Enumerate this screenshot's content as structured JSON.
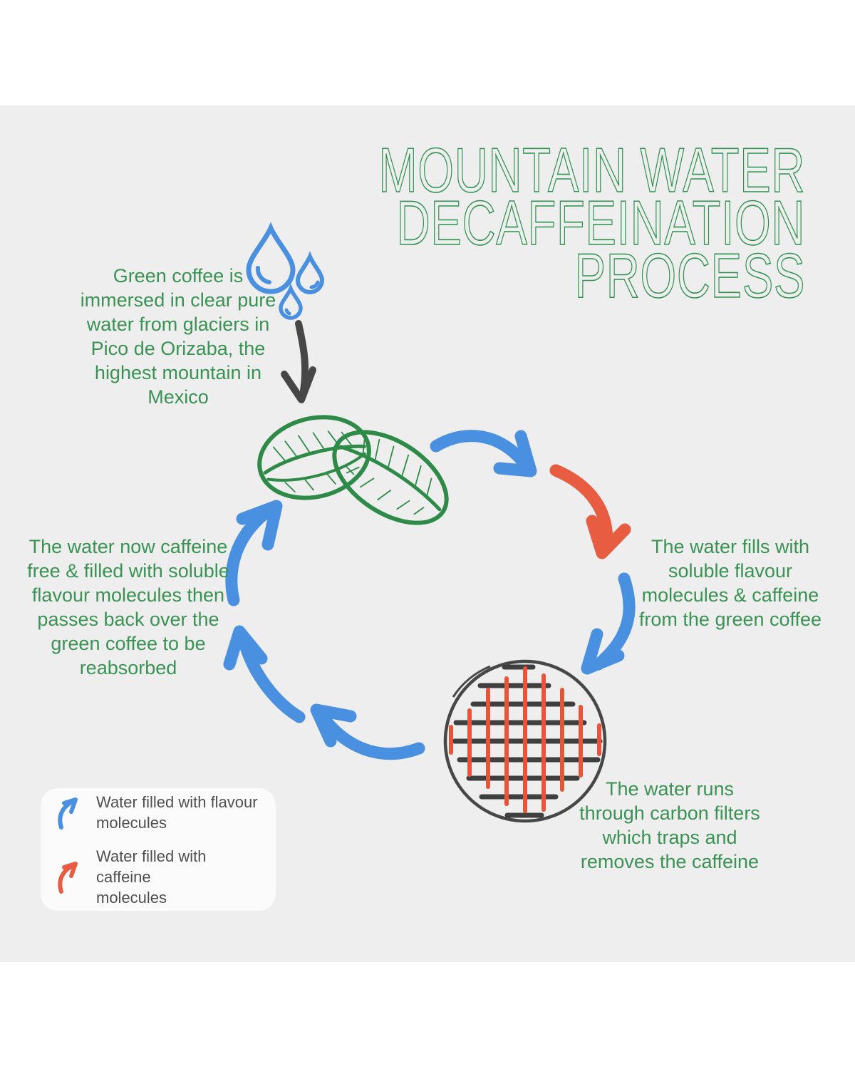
{
  "title": {
    "text": "MOUNTAIN WATER\nDECAFFEINATION\nPROCESS",
    "color": "#2f9151"
  },
  "steps": {
    "immersion": "Green coffee is\nimmersed in clear pure\nwater from glaciers in\nPico de Orizaba, the\nhighest mountain in\nMexico",
    "extraction": "The water fills with\nsoluble flavour\nmolecules & caffeine\nfrom the green coffee",
    "filtering": "The water runs\nthrough carbon filters\nwhich traps and\nremoves the caffeine",
    "reabsorption": "The water now caffeine\nfree & filled with soluble\nflavour molecules then\npasses back over the\ngreen coffee to be\nreabsorbed"
  },
  "legend": {
    "items": [
      {
        "icon": "blue-curved-arrow-icon",
        "label": "Water filled with flavour\nmolecules",
        "color": "#4a90e0"
      },
      {
        "icon": "red-curved-arrow-icon",
        "label": "Water filled with caffeine\nmolecules",
        "color": "#e85c41"
      }
    ]
  },
  "illustrations": {
    "droplets": "water-droplets-icon",
    "down_arrow": "down-arrow-icon",
    "beans": "green-coffee-beans-illustration",
    "filter": "carbon-filter-illustration"
  },
  "colors": {
    "page_background": "#ffffff",
    "canvas_background": "#eeeeee",
    "green_text": "#3a9254",
    "bean_green": "#2e8b47",
    "water_blue": "#4a90e0",
    "caffeine_red": "#e85c41",
    "charcoal": "#474747",
    "legend_background": "#fbfbfb",
    "legend_text": "#4f4f4f"
  }
}
